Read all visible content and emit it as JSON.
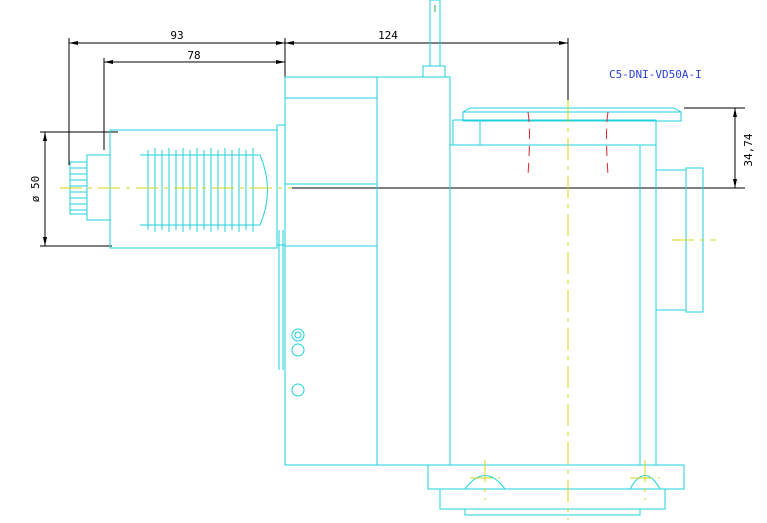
{
  "drawing": {
    "title_code": "C5-DNI-VD50A-I",
    "dimensions": {
      "overall_length": "93",
      "shank_length": "78",
      "center_offset": "124",
      "diameter": "ø 50",
      "height_offset": "34,74"
    }
  },
  "colors": {
    "geometry": "#1fd2dc",
    "dimension_lines": "#000000",
    "center_lines": "#d6d61a",
    "hidden_lines": "#e0242a",
    "title_text": "#2a3fd6"
  }
}
